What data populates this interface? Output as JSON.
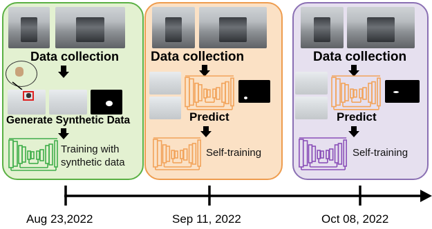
{
  "panels": [
    {
      "title": "Data collection",
      "middle_label": "Generate Synthetic Data",
      "side_text": "Training with synthetic data",
      "network_color": "#3fae4a"
    },
    {
      "title": "Data collection",
      "middle_label": "Predict",
      "side_text": "Self-training",
      "network_color": "#f2a35a"
    },
    {
      "title": "Data collection",
      "middle_label": "Predict",
      "side_text": "Self-training",
      "network_color": "#8a4fb8"
    }
  ],
  "timeline": {
    "dates": [
      "Aug 23,2022",
      "Sep 11, 2022",
      "Oct 08, 2022"
    ]
  },
  "colors": {
    "panel1_bg": "#e3f1d1",
    "panel2_bg": "#fbe1c5",
    "panel3_bg": "#e6e0ef"
  }
}
